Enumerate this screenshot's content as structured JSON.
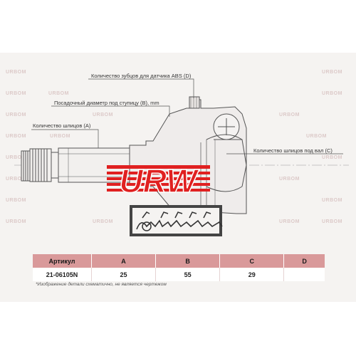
{
  "watermark_text": "URBOM",
  "callouts": {
    "abs_teeth": "Количество зубцов для датчика ABS (D)",
    "hub_diameter": "Посадочный диаметр под ступицу (B), mm",
    "spline_count_a": "Количество шлицов (A)",
    "spline_count_c": "Количество шлицов под вал (C)"
  },
  "logo_text": "URW",
  "specs_table": {
    "headers": [
      "Артикул",
      "A",
      "B",
      "C",
      "D"
    ],
    "row": [
      "21-06105N",
      "25",
      "55",
      "29",
      ""
    ]
  },
  "footnote": "*Изображение детали схематично, не является чертежом",
  "colors": {
    "table_header": "#d9999a",
    "logo_red": "#e02020",
    "drawing_line": "#555555",
    "background": "#f5f3f1"
  }
}
